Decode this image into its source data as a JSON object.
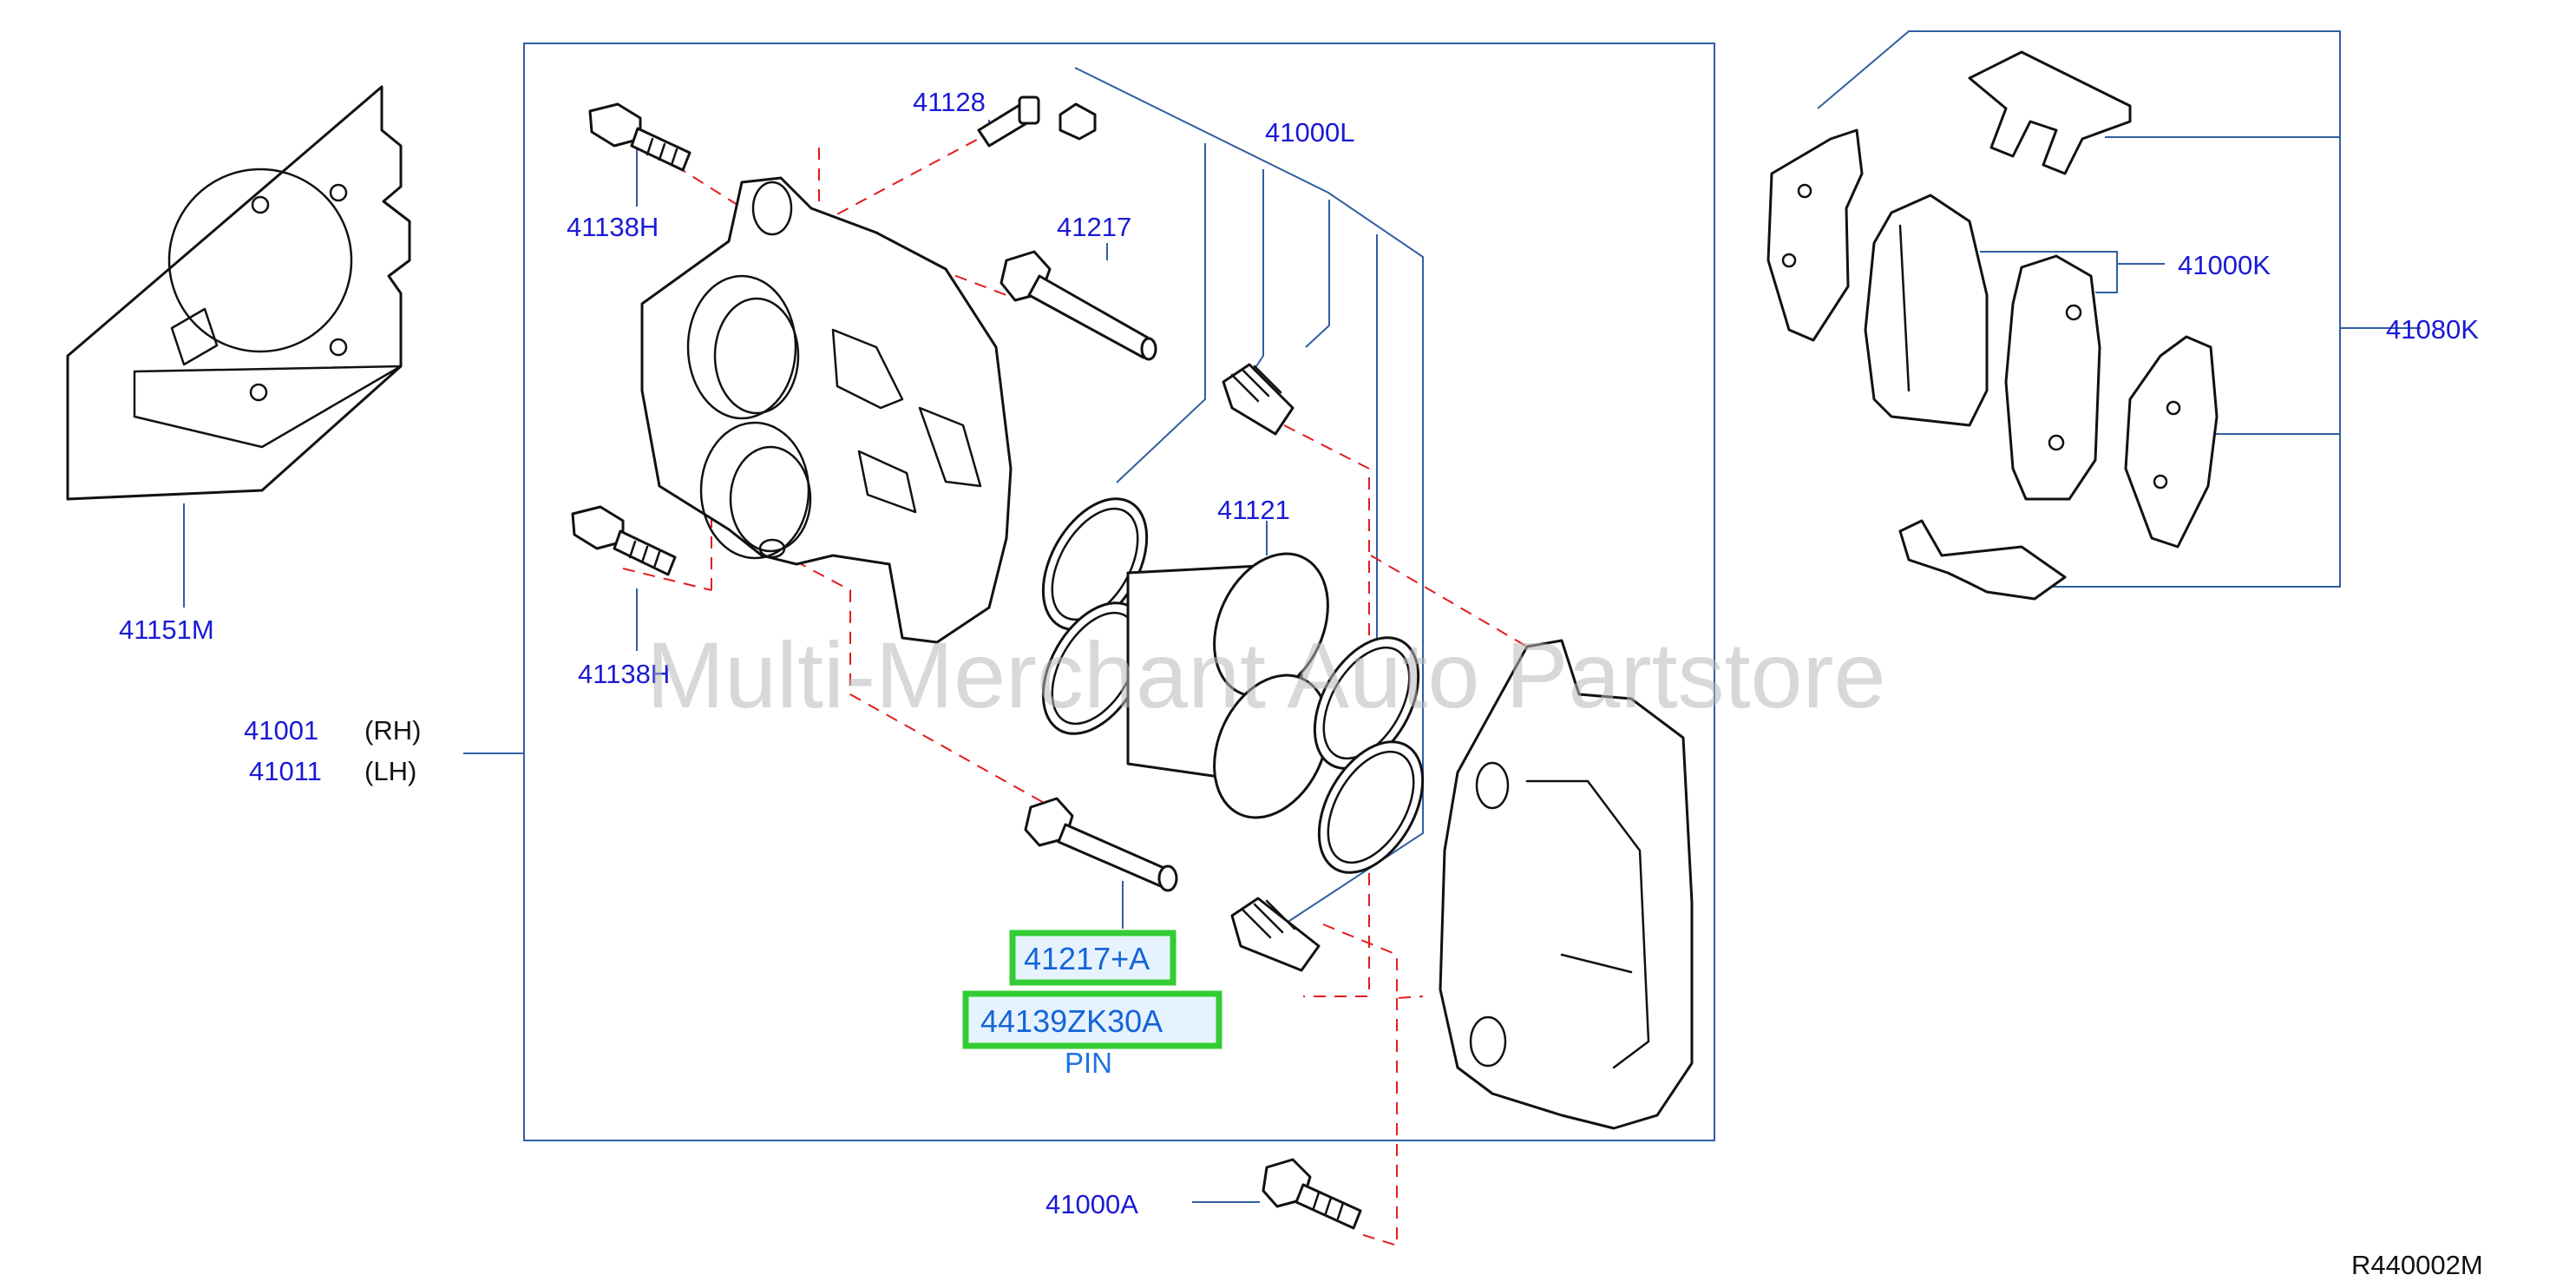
{
  "labels": {
    "p41151M": "41151M",
    "p41001": "41001",
    "p41001_side": "(RH)",
    "p41011": "41011",
    "p41011_side": "(LH)",
    "p41138H_top": "41138H",
    "p41138H_bottom": "41138H",
    "p41128": "41128",
    "p41217": "41217",
    "p41000L": "41000L",
    "p41121": "41121",
    "p41217A": "41217+A",
    "p44139ZK30A": "44139ZK30A",
    "pin_caption": "PIN",
    "p41000A": "41000A",
    "p41000K": "41000K",
    "p41080K": "41080K",
    "diagram_ref": "R440002M"
  },
  "watermark": "Multi-Merchant Auto Partstore",
  "colors": {
    "label": "#1a1ad6",
    "highlight_border": "#33cc33",
    "highlight_fill": "#e6f3ff",
    "leader_line": "#2f5fa0",
    "dashed_line": "#e31b1b"
  }
}
